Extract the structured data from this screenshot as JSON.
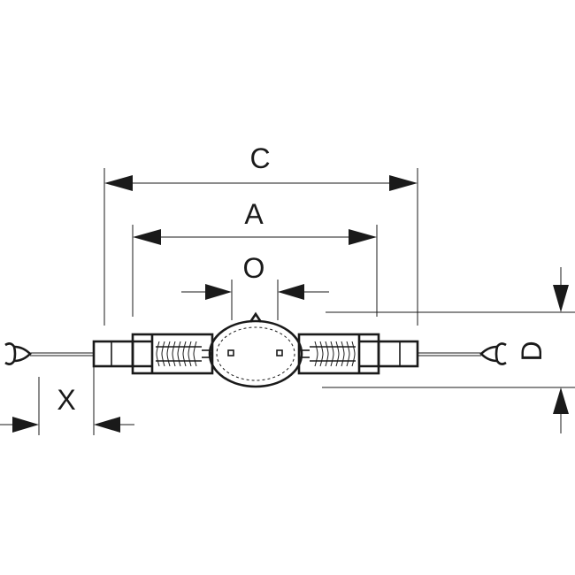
{
  "diagram": {
    "labels": {
      "c": "C",
      "a": "A",
      "o": "O",
      "d": "D",
      "x": "X"
    },
    "colors": {
      "ink": "#1a1a1a",
      "background": "#ffffff"
    },
    "icons": {
      "lamp": "discharge-lamp-icon",
      "terminal": "spade-terminal-icon"
    }
  }
}
